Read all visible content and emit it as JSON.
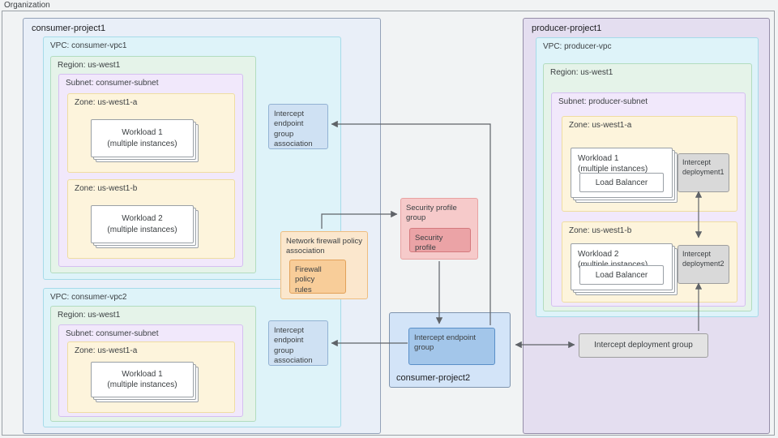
{
  "organization": {
    "label": "Organization"
  },
  "consumer_project1": {
    "label": "consumer-project1",
    "vpc1": {
      "label": "VPC: consumer-vpc1",
      "region": {
        "label": "Region: us-west1",
        "subnet": {
          "label": "Subnet: consumer-subnet",
          "zone_a": {
            "label": "Zone: us-west1-a",
            "workload": "Workload 1\n(multiple instances)"
          },
          "zone_b": {
            "label": "Zone: us-west1-b",
            "workload": "Workload 2\n(multiple instances)"
          }
        }
      }
    },
    "vpc2": {
      "label": "VPC: consumer-vpc2",
      "region": {
        "label": "Region: us-west1",
        "subnet": {
          "label": "Subnet: consumer-subnet",
          "zone_a": {
            "label": "Zone: us-west1-a",
            "workload": "Workload 1\n(multiple instances)"
          }
        }
      }
    },
    "intercept_association_1": "Intercept endpoint group association",
    "intercept_association_2": "Intercept endpoint group association",
    "firewall": {
      "label": "Network firewall policy association",
      "rules": "Firewall policy\nrules"
    }
  },
  "security_profile_group": {
    "label": "Security profile group",
    "profile": "Security profile"
  },
  "consumer_project2": {
    "label": "consumer-project2",
    "intercept_endpoint_group": "Intercept endpoint group"
  },
  "producer_project1": {
    "label": "producer-project1",
    "vpc": {
      "label": "VPC: producer-vpc",
      "region": {
        "label": "Region: us-west1",
        "subnet": {
          "label": "Subnet: producer-subnet",
          "zone_a": {
            "label": "Zone: us-west1-a",
            "workload": "Workload 1\n(multiple instances)",
            "load_balancer": "Load Balancer",
            "deployment": "Intercept deployment1"
          },
          "zone_b": {
            "label": "Zone: us-west1-b",
            "workload": "Workload 2\n(multiple instances)",
            "load_balancer": "Load Balancer",
            "deployment": "Intercept deployment2"
          }
        }
      }
    },
    "deployment_group": "Intercept deployment group"
  },
  "palette": {
    "org_bg": "#f1f3f4",
    "consumer_project_bg": "#e9eff8",
    "producer_project_bg": "#e4def0",
    "consumer_project2_bg": "#d3e4f8",
    "vpc_bg": "#def3f9",
    "region_bg": "#e5f3e9",
    "subnet_bg": "#f1e8fb",
    "zone_bg": "#fdf4dc",
    "association_bg": "#cfe1f3",
    "firewall_bg": "#fbe7cd",
    "firewall_rules_bg": "#f8cd99",
    "security_bg": "#f6caca",
    "security_profile_bg": "#eba3a6",
    "endpoint_group_bg": "#a3c6ea",
    "deployment_bg": "#d9d9d9",
    "arrow": "#5f6368"
  }
}
